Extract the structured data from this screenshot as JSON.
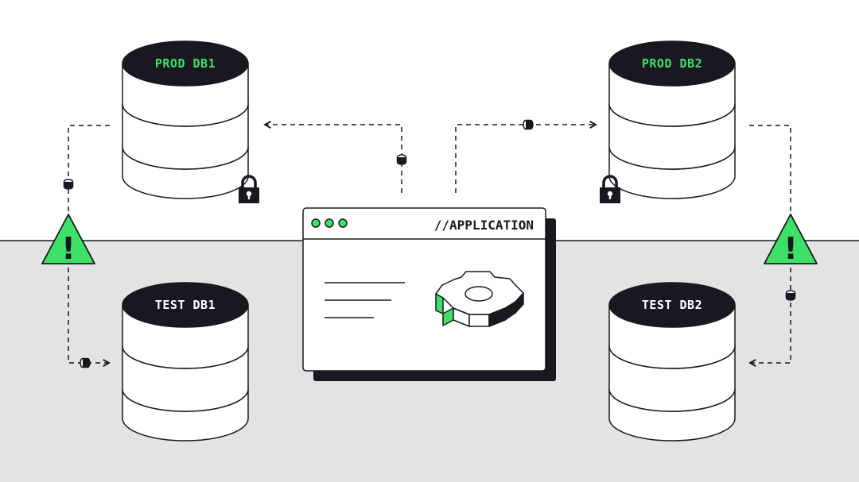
{
  "databases": {
    "prod_db1": {
      "label": "PROD DB1",
      "kind": "production",
      "locked": true
    },
    "prod_db2": {
      "label": "PROD DB2",
      "kind": "production",
      "locked": true
    },
    "test_db1": {
      "label": "TEST DB1",
      "kind": "test",
      "locked": false
    },
    "test_db2": {
      "label": "TEST DB2",
      "kind": "test",
      "locked": false
    }
  },
  "application": {
    "title": "//APPLICATION",
    "window_dots": 3,
    "body_lines": 3,
    "icon": "gear-icon"
  },
  "warnings": [
    {
      "icon": "warning-icon",
      "glyph": "!"
    },
    {
      "icon": "warning-icon",
      "glyph": "!"
    }
  ],
  "colors": {
    "accent": "#3ee167",
    "ink": "#191820",
    "canvas_top": "#ffffff",
    "canvas_bottom": "#e3e3e3",
    "label_on_prod": "#3ee167",
    "label_on_test": "#ffffff"
  }
}
